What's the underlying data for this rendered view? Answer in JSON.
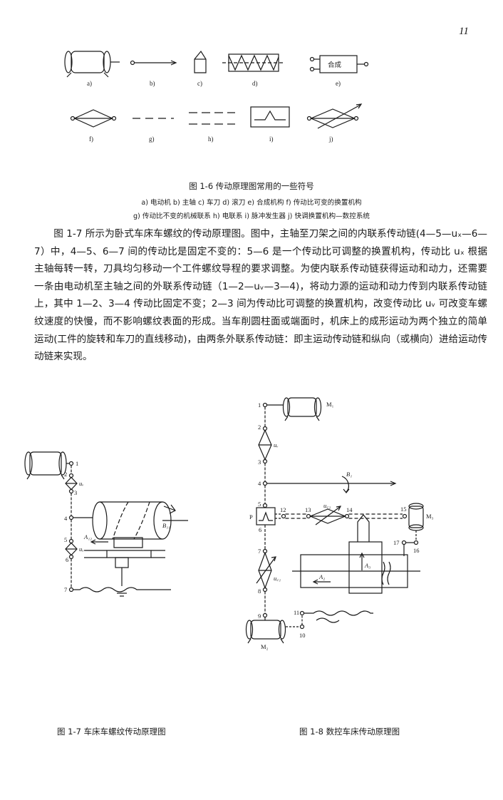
{
  "page": {
    "number": "11"
  },
  "fig16": {
    "caption": "图 1-6   传动原理图常用的一些符号",
    "box_label": "合成",
    "labels": [
      "a)",
      "b)",
      "c)",
      "d)",
      "e)",
      "f)",
      "g)",
      "h)",
      "i)",
      "j)"
    ],
    "legend_line1": "a) 电动机  b) 主轴  c) 车刀  d) 滚刀  e) 合成机构  f) 传动比可变的换置机构",
    "legend_line2": "g) 传动比不变的机械联系  h) 电联系  i) 脉冲发生器  j) 快调换置机构—数控系统"
  },
  "body": {
    "paragraph": "图 1-7 所示为卧式车床车螺纹的传动原理图。图中，主轴至刀架之间的内联系传动链(4—5—uₓ—6—7）中，4—5、6—7 间的传动比是固定不变的：5—6 是一个传动比可调整的换置机构，传动比 uₓ 根据主轴每转一转，刀具均匀移动一个工件螺纹导程的要求调整。为使内联系传动链获得运动和动力，还需要一条由电动机至主轴之间的外联系传动链（1—2—uᵥ—3—4)，将动力源的运动和动力传到内联系传动链上，其中 1—2、3—4 传动比固定不变；2—3 间为传动比可调整的换置机构，改变传动比 uᵥ 可改变车螺纹速度的快慢，而不影响螺纹表面的形成。当车削圆柱面或端面时，机床上的成形运动为两个独立的简单运动(工件的旋转和车刀的直线移动)，由两条外联系传动链：即主运动传动链和纵向（或横向）进给运动传动链来实现。"
  },
  "fig17": {
    "caption": "图 1-7   车床车螺纹传动原理图",
    "nodes": [
      "1",
      "2",
      "3",
      "4",
      "5",
      "6",
      "7"
    ],
    "uv": "uᵥ",
    "ux": "uₓ",
    "b11": "B₁₁",
    "a12": "A₁₂"
  },
  "fig18": {
    "caption": "图 1-8   数控车床传动原理图",
    "nodes": [
      "1",
      "2",
      "3",
      "4",
      "5",
      "6",
      "7",
      "8",
      "9",
      "10",
      "11",
      "12",
      "13",
      "14",
      "15",
      "16",
      "17"
    ],
    "m1": "M₁",
    "m2": "M₂",
    "m3": "M₃",
    "p": "P",
    "uv": "uᵥ",
    "uc2": "u꜀₂",
    "uc1": "u꜀₁",
    "b1": "B₁",
    "a2": "A₂",
    "a3": "A₃"
  }
}
